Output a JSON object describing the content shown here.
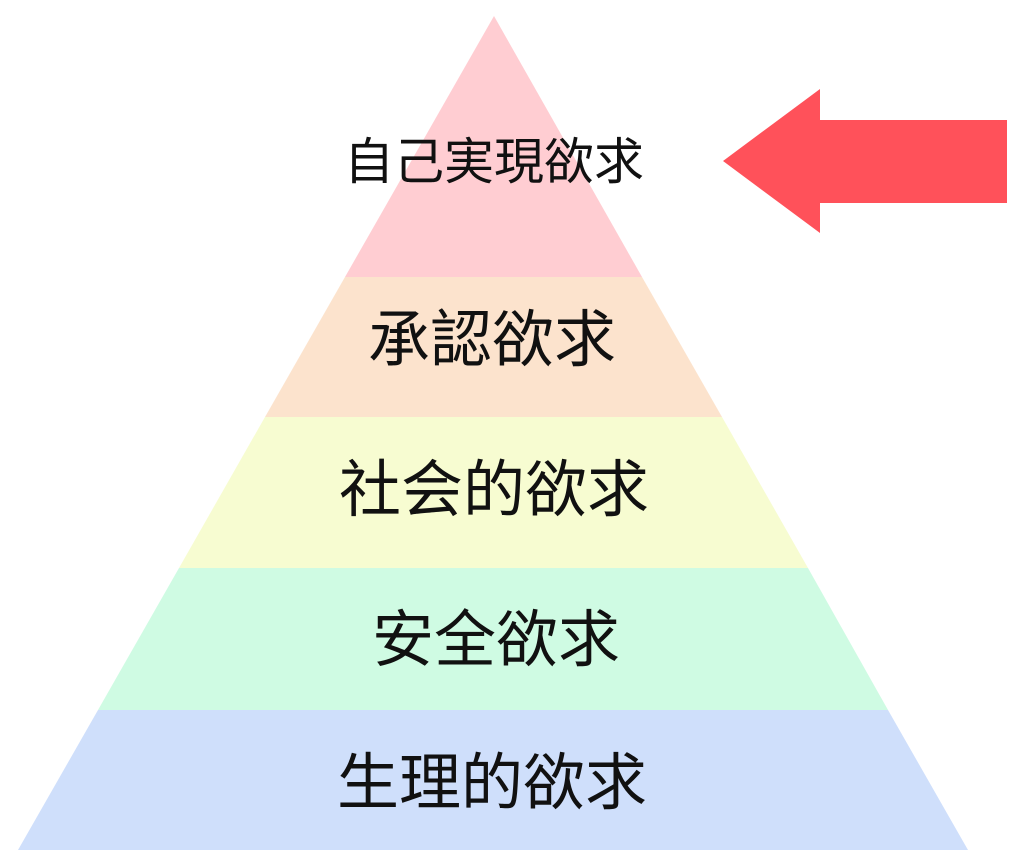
{
  "diagram": {
    "kind": "pyramid",
    "levels": [
      {
        "label": "自己実現欲求",
        "color": "#FFCDD2"
      },
      {
        "label": "承認欲求",
        "color": "#FCE3CD"
      },
      {
        "label": "社会的欲求",
        "color": "#F7FCD1"
      },
      {
        "label": "安全欲求",
        "color": "#CFFBE3"
      },
      {
        "label": "生理的欲求",
        "color": "#CFDFFB"
      }
    ],
    "arrow": {
      "direction": "left",
      "color": "#FF515A"
    }
  }
}
